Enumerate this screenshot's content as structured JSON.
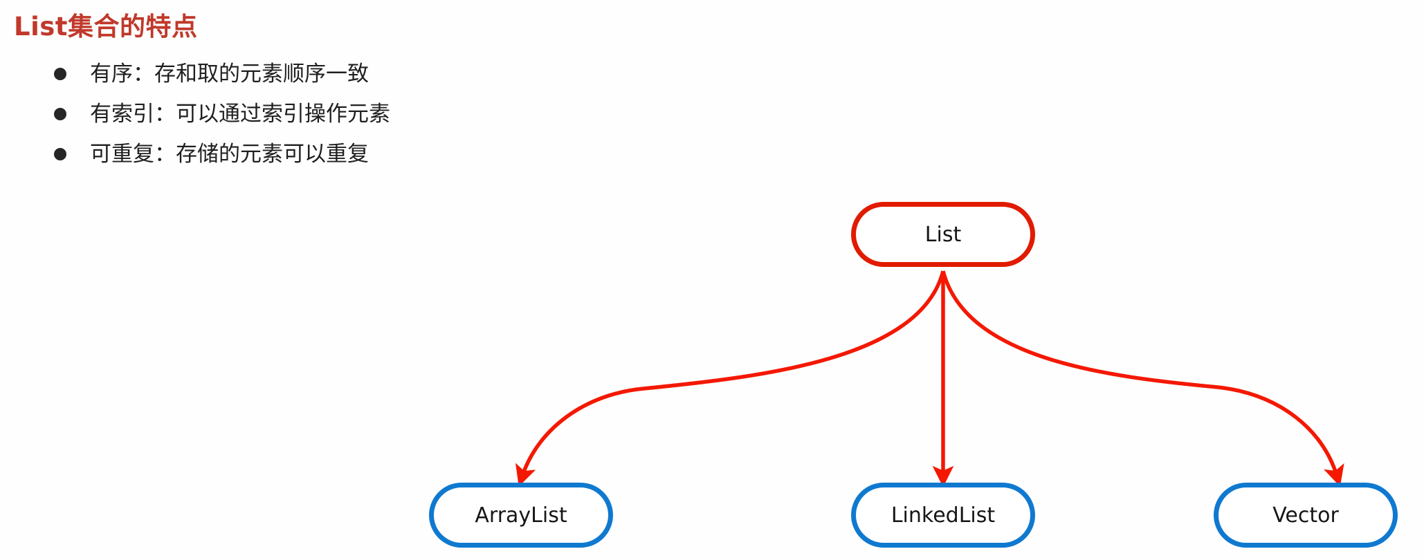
{
  "slide": {
    "title": "List集合的特点",
    "title_color": "#c0392b",
    "background_color": "#fefefe"
  },
  "bullets": [
    {
      "marker": "bullet-dot",
      "text": "有序：存和取的元素顺序一致"
    },
    {
      "marker": "bullet-dot",
      "text": "有索引：可以通过索引操作元素"
    },
    {
      "marker": "bullet-dot",
      "text": "可重复：存储的元素可以重复"
    }
  ],
  "diagram": {
    "type": "hierarchy",
    "root_color": "#e01b00",
    "child_color": "#0f79d0",
    "edge_color": "#f41800",
    "root": {
      "label": "List"
    },
    "children": [
      {
        "label": "ArrayList"
      },
      {
        "label": "LinkedList"
      },
      {
        "label": "Vector"
      }
    ],
    "edges": [
      {
        "from": "List",
        "to": "ArrayList",
        "style": "curved-arrow"
      },
      {
        "from": "List",
        "to": "LinkedList",
        "style": "straight-arrow"
      },
      {
        "from": "List",
        "to": "Vector",
        "style": "curved-arrow"
      }
    ]
  }
}
